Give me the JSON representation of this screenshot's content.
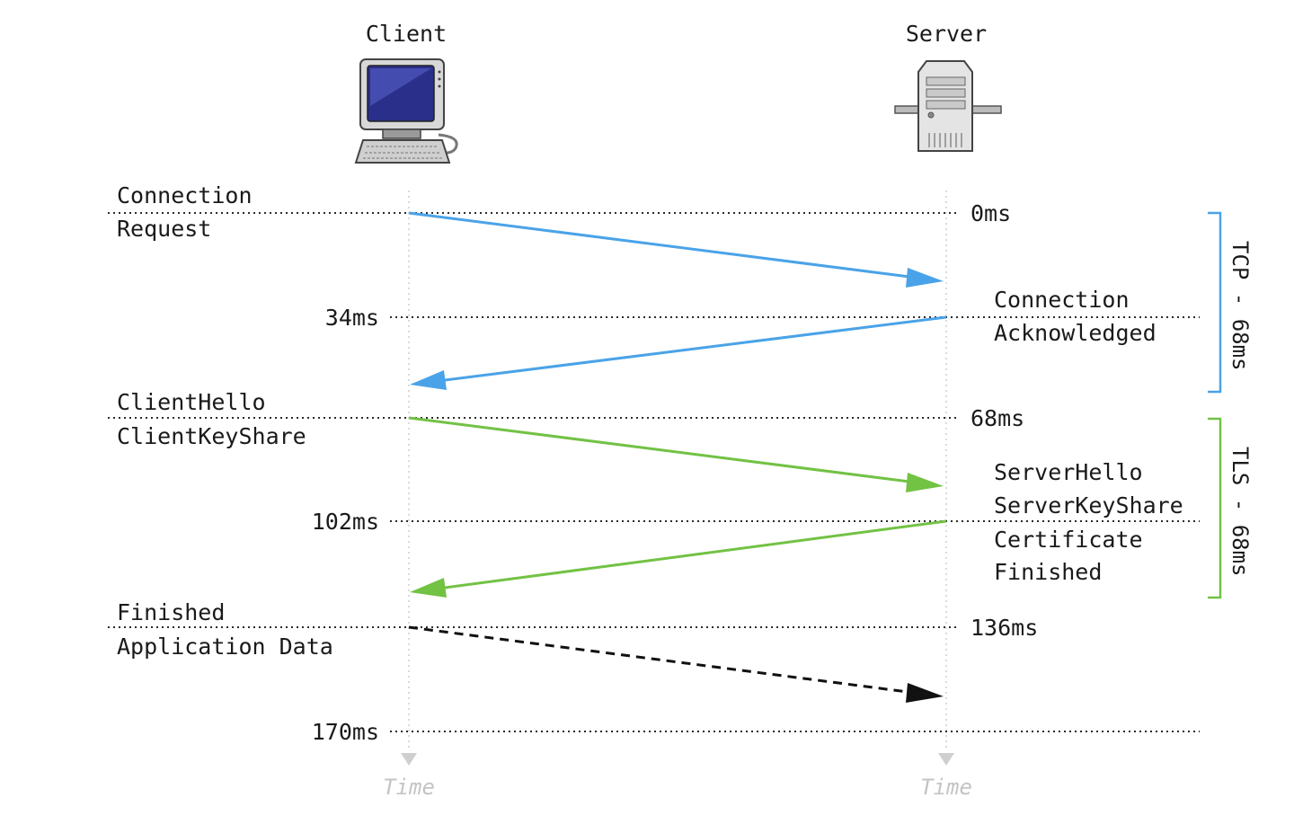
{
  "participants": {
    "client": {
      "label": "Client",
      "icon": "desktop-computer-icon",
      "time_label": "Time"
    },
    "server": {
      "label": "Server",
      "icon": "server-tower-icon",
      "time_label": "Time"
    }
  },
  "time_marks": {
    "t0": "0ms",
    "t34": "34ms",
    "t68": "68ms",
    "t102": "102ms",
    "t136": "136ms",
    "t170": "170ms"
  },
  "messages": {
    "connection_request": [
      "Connection",
      "Request"
    ],
    "connection_acknowledged": [
      "Connection",
      "Acknowledged"
    ],
    "client_hello": [
      "ClientHello",
      "ClientKeyShare"
    ],
    "server_hello": [
      "ServerHello",
      "ServerKeyShare",
      "Certificate",
      "Finished"
    ],
    "client_finished": [
      "Finished",
      "Application Data"
    ]
  },
  "phases": {
    "tcp": {
      "label": "TCP - 68ms",
      "color": "#4aa3e8"
    },
    "tls": {
      "label": "TLS - 68ms",
      "color": "#72c244"
    }
  },
  "colors": {
    "tcp_arrow": "#4aa3e8",
    "tls_arrow": "#72c244",
    "data_arrow": "#111111"
  }
}
